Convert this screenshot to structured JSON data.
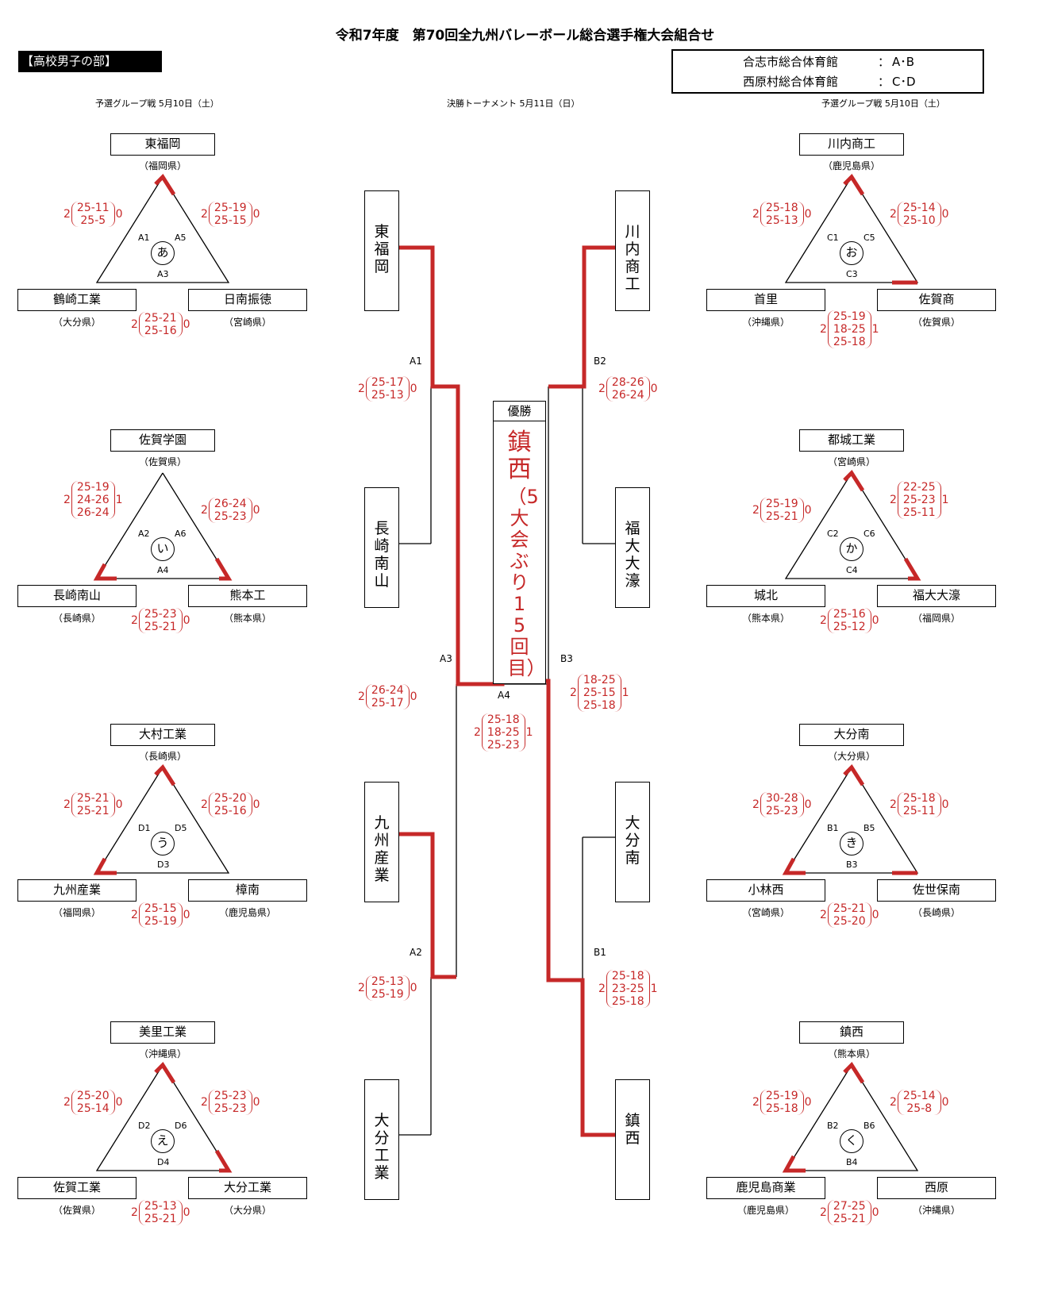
{
  "title": "令和7年度　第70回全九州バレーボール総合選手権大会組合せ",
  "section": "【高校男子の部】",
  "venues": [
    {
      "name": "合志市総合体育館",
      "colon": "：",
      "courts": "A･B"
    },
    {
      "name": "西原村総合体育館",
      "colon": "：",
      "courts": "C･D"
    }
  ],
  "headers": {
    "left": "予選グループ戦  5月10日（土）",
    "center": "決勝トーナメント  5月11日（日）",
    "right": "予選グループ戦  5月10日（土）"
  },
  "colors": {
    "accent": "#c62828",
    "line": "#000000"
  },
  "groups": [
    {
      "id": "あ",
      "labels": [
        "A1",
        "A5",
        "A3"
      ],
      "top": {
        "name": "東福岡",
        "pref": "（福岡県）"
      },
      "left": {
        "name": "鶴崎工業",
        "pref": "（大分県）"
      },
      "right": {
        "name": "日南振徳",
        "pref": "（宮崎県）"
      },
      "score_left": {
        "l": "2",
        "sets": [
          "25-11",
          "25-5"
        ],
        "r": "0"
      },
      "score_right": {
        "l": "2",
        "sets": [
          "25-19",
          "25-15"
        ],
        "r": "0"
      },
      "score_bottom": {
        "l": "2",
        "sets": [
          "25-21",
          "25-16"
        ],
        "r": "0"
      }
    },
    {
      "id": "い",
      "labels": [
        "A2",
        "A6",
        "A4"
      ],
      "top": {
        "name": "佐賀学園",
        "pref": "（佐賀県）"
      },
      "left": {
        "name": "長崎南山",
        "pref": "（長崎県）"
      },
      "right": {
        "name": "熊本工",
        "pref": "（熊本県）"
      },
      "score_left": {
        "l": "2",
        "sets": [
          "25-19",
          "24-26",
          "26-24"
        ],
        "r": "1"
      },
      "score_right": {
        "l": "2",
        "sets": [
          "26-24",
          "25-23"
        ],
        "r": "0"
      },
      "score_bottom": {
        "l": "2",
        "sets": [
          "25-23",
          "25-21"
        ],
        "r": "0"
      }
    },
    {
      "id": "う",
      "labels": [
        "D1",
        "D5",
        "D3"
      ],
      "top": {
        "name": "大村工業",
        "pref": "（長崎県）"
      },
      "left": {
        "name": "九州産業",
        "pref": "（福岡県）"
      },
      "right": {
        "name": "樟南",
        "pref": "（鹿児島県）"
      },
      "score_left": {
        "l": "2",
        "sets": [
          "25-21",
          "25-21"
        ],
        "r": "0"
      },
      "score_right": {
        "l": "2",
        "sets": [
          "25-20",
          "25-16"
        ],
        "r": "0"
      },
      "score_bottom": {
        "l": "2",
        "sets": [
          "25-15",
          "25-19"
        ],
        "r": "0"
      }
    },
    {
      "id": "え",
      "labels": [
        "D2",
        "D6",
        "D4"
      ],
      "top": {
        "name": "美里工業",
        "pref": "（沖縄県）"
      },
      "left": {
        "name": "佐賀工業",
        "pref": "（佐賀県）"
      },
      "right": {
        "name": "大分工業",
        "pref": "（大分県）"
      },
      "score_left": {
        "l": "2",
        "sets": [
          "25-20",
          "25-14"
        ],
        "r": "0"
      },
      "score_right": {
        "l": "2",
        "sets": [
          "25-23",
          "25-23"
        ],
        "r": "0"
      },
      "score_bottom": {
        "l": "2",
        "sets": [
          "25-13",
          "25-21"
        ],
        "r": "0"
      }
    },
    {
      "id": "お",
      "labels": [
        "C1",
        "C5",
        "C3"
      ],
      "top": {
        "name": "川内商工",
        "pref": "（鹿児島県）"
      },
      "left": {
        "name": "首里",
        "pref": "（沖縄県）"
      },
      "right": {
        "name": "佐賀商",
        "pref": "（佐賀県）"
      },
      "score_left": {
        "l": "2",
        "sets": [
          "25-18",
          "25-13"
        ],
        "r": "0"
      },
      "score_right": {
        "l": "2",
        "sets": [
          "25-14",
          "25-10"
        ],
        "r": "0"
      },
      "score_bottom": {
        "l": "2",
        "sets": [
          "25-19",
          "18-25",
          "25-18"
        ],
        "r": "1"
      }
    },
    {
      "id": "か",
      "labels": [
        "C2",
        "C6",
        "C4"
      ],
      "top": {
        "name": "都城工業",
        "pref": "（宮崎県）"
      },
      "left": {
        "name": "城北",
        "pref": "（熊本県）"
      },
      "right": {
        "name": "福大大濠",
        "pref": "（福岡県）"
      },
      "score_left": {
        "l": "2",
        "sets": [
          "25-19",
          "25-21"
        ],
        "r": "0"
      },
      "score_right": {
        "l": "2",
        "sets": [
          "22-25",
          "25-23",
          "25-11"
        ],
        "r": "1"
      },
      "score_bottom": {
        "l": "2",
        "sets": [
          "25-16",
          "25-12"
        ],
        "r": "0"
      }
    },
    {
      "id": "き",
      "labels": [
        "B1",
        "B5",
        "B3"
      ],
      "top": {
        "name": "大分南",
        "pref": "（大分県）"
      },
      "left": {
        "name": "小林西",
        "pref": "（宮崎県）"
      },
      "right": {
        "name": "佐世保南",
        "pref": "（長崎県）"
      },
      "score_left": {
        "l": "2",
        "sets": [
          "30-28",
          "25-23"
        ],
        "r": "0"
      },
      "score_right": {
        "l": "2",
        "sets": [
          "25-18",
          "25-11"
        ],
        "r": "0"
      },
      "score_bottom": {
        "l": "2",
        "sets": [
          "25-21",
          "25-20"
        ],
        "r": "0"
      }
    },
    {
      "id": "く",
      "labels": [
        "B2",
        "B6",
        "B4"
      ],
      "top": {
        "name": "鎮西",
        "pref": "（熊本県）"
      },
      "left": {
        "name": "鹿児島商業",
        "pref": "（鹿児島県）"
      },
      "right": {
        "name": "西原",
        "pref": "（沖縄県）"
      },
      "score_left": {
        "l": "2",
        "sets": [
          "25-19",
          "25-18"
        ],
        "r": "0"
      },
      "score_right": {
        "l": "2",
        "sets": [
          "25-14",
          "25-8"
        ],
        "r": "0"
      },
      "score_bottom": {
        "l": "2",
        "sets": [
          "27-25",
          "25-21"
        ],
        "r": "0"
      }
    }
  ],
  "bracket": {
    "left_teams": [
      "東福岡",
      "長崎南山",
      "九州産業",
      "大分工業"
    ],
    "right_teams": [
      "川内商工",
      "福大大濠",
      "大分南",
      "鎮西"
    ],
    "match_labels": [
      "A1",
      "A2",
      "A3",
      "A4",
      "B1",
      "B2",
      "B3"
    ],
    "scores": {
      "A1": {
        "l": "2",
        "sets": [
          "25-17",
          "25-13"
        ],
        "r": "0"
      },
      "A2": {
        "l": "2",
        "sets": [
          "25-13",
          "25-19"
        ],
        "r": "0"
      },
      "A3": {
        "l": "2",
        "sets": [
          "26-24",
          "25-17"
        ],
        "r": "0"
      },
      "A4": {
        "l": "2",
        "sets": [
          "25-18",
          "18-25",
          "25-23"
        ],
        "r": "1"
      },
      "B1": {
        "l": "2",
        "sets": [
          "25-18",
          "23-25",
          "25-18"
        ],
        "r": "1"
      },
      "B2": {
        "l": "2",
        "sets": [
          "28-26",
          "26-24"
        ],
        "r": "0"
      },
      "B3": {
        "l": "2",
        "sets": [
          "18-25",
          "25-15",
          "25-18"
        ],
        "r": "1"
      }
    },
    "champion_header": "優勝",
    "champion": "鎮西",
    "champion_note": "（5大会ぶり15回目）"
  }
}
